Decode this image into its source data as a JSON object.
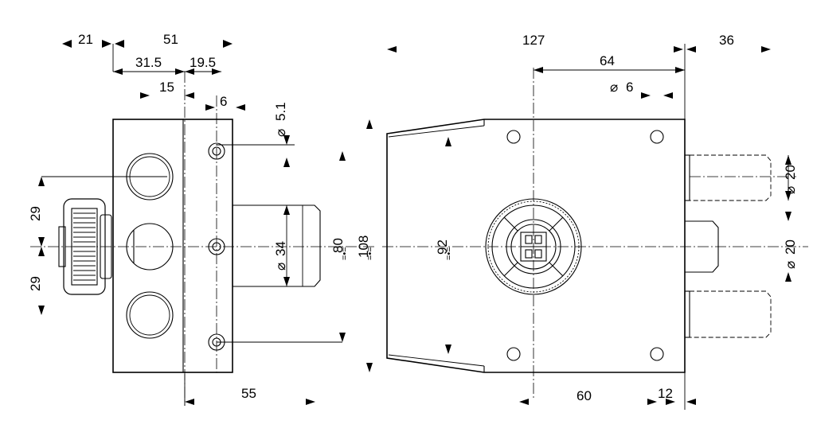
{
  "dimensions": {
    "d21": "21",
    "d51": "51",
    "d31_5": "31.5",
    "d19_5": "19.5",
    "d15": "15",
    "d6": "6",
    "d5_1": "5.1",
    "d29_top": "29",
    "d29_bottom": "29",
    "d34": "34",
    "d80": "80",
    "d108": "108",
    "d55": "55",
    "d127": "127",
    "d36": "36",
    "d64": "64",
    "d6_hole": "6",
    "d20_top": "20",
    "d20_mid": "20",
    "d92": "92",
    "d60": "60",
    "d12": "12"
  },
  "symbols": {
    "diameter": "⌀",
    "centering_mark": "=•="
  }
}
